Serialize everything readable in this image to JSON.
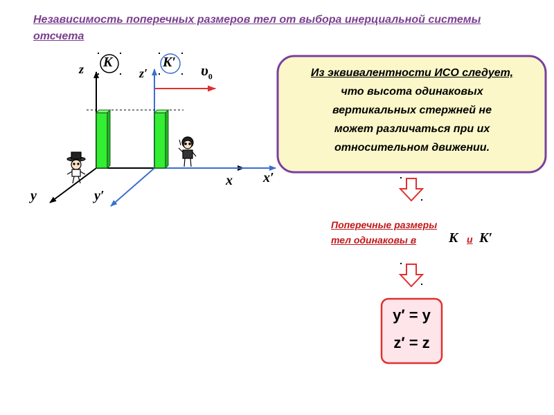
{
  "title": "Независимость поперечных размеров тел от выбора инерциальной системы отсчета",
  "frames": {
    "k": "K",
    "k_prime": "K",
    "prime_mark": "′"
  },
  "axes": {
    "z": "z",
    "x": "x",
    "y": "y"
  },
  "velocity": {
    "symbol": "υ",
    "subscript": "0"
  },
  "statement": {
    "line1": "Из эквивалентности ИСО следует,",
    "line2": "что высота одинаковых",
    "line3": "вертикальных стержней не",
    "line4": "может различаться при их",
    "line5": "относительном движении."
  },
  "conclusion": {
    "line1": "Поперечные размеры",
    "line2": "тел одинаковы в",
    "frame_k": "K",
    "conj": "и",
    "frame_k_prime": "K"
  },
  "equations": {
    "eq1": "y′ = y",
    "eq2": "z′ = z"
  },
  "colors": {
    "title": "#7a3f8f",
    "box_border": "#7a3fa0",
    "box_fill": "#fbf7c8",
    "rod": "#33ee33",
    "frame_k_prime_axis": "#3a6fd0",
    "velocity_arrow": "#e03030",
    "conclusion_text": "#c0181a",
    "equation_border": "#e03030",
    "equation_fill": "#fde5ea"
  }
}
